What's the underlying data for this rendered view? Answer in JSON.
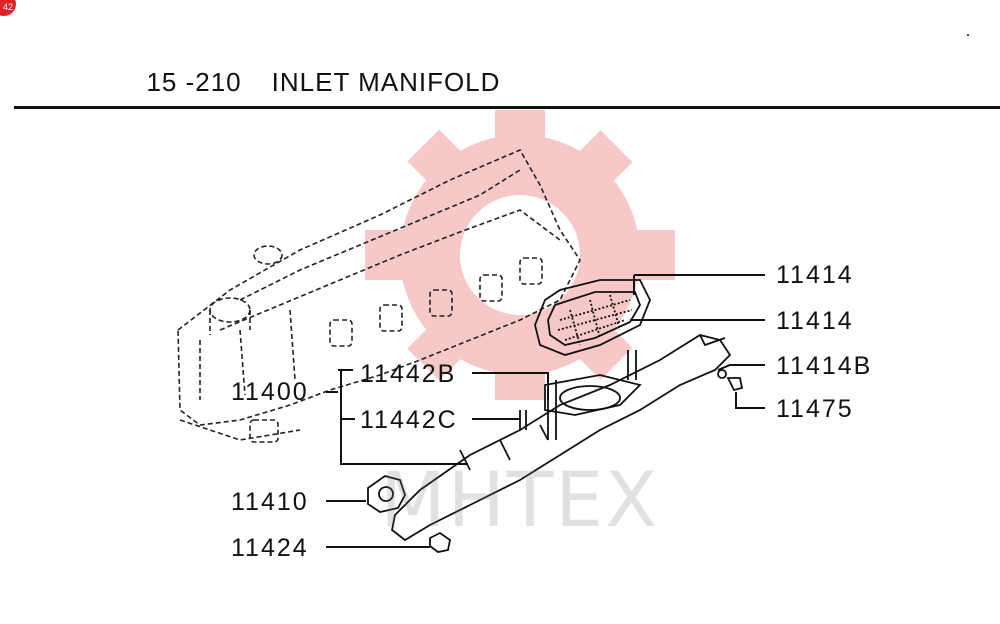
{
  "page": {
    "badge": "42",
    "section_number": "15 -210",
    "section_title": "INLET MANIFOLD",
    "watermark": "MHTEX"
  },
  "parts": {
    "p11414a": "11414",
    "p11414b": "11414",
    "p11414B": "11414B",
    "p11475": "11475",
    "p11442B": "11442B",
    "p11442C": "11442C",
    "p11400": "11400",
    "p11410": "11410",
    "p11424": "11424"
  },
  "colors": {
    "line": "#111111",
    "watermark": "#f4b6b6",
    "badge": "#e0222a"
  }
}
